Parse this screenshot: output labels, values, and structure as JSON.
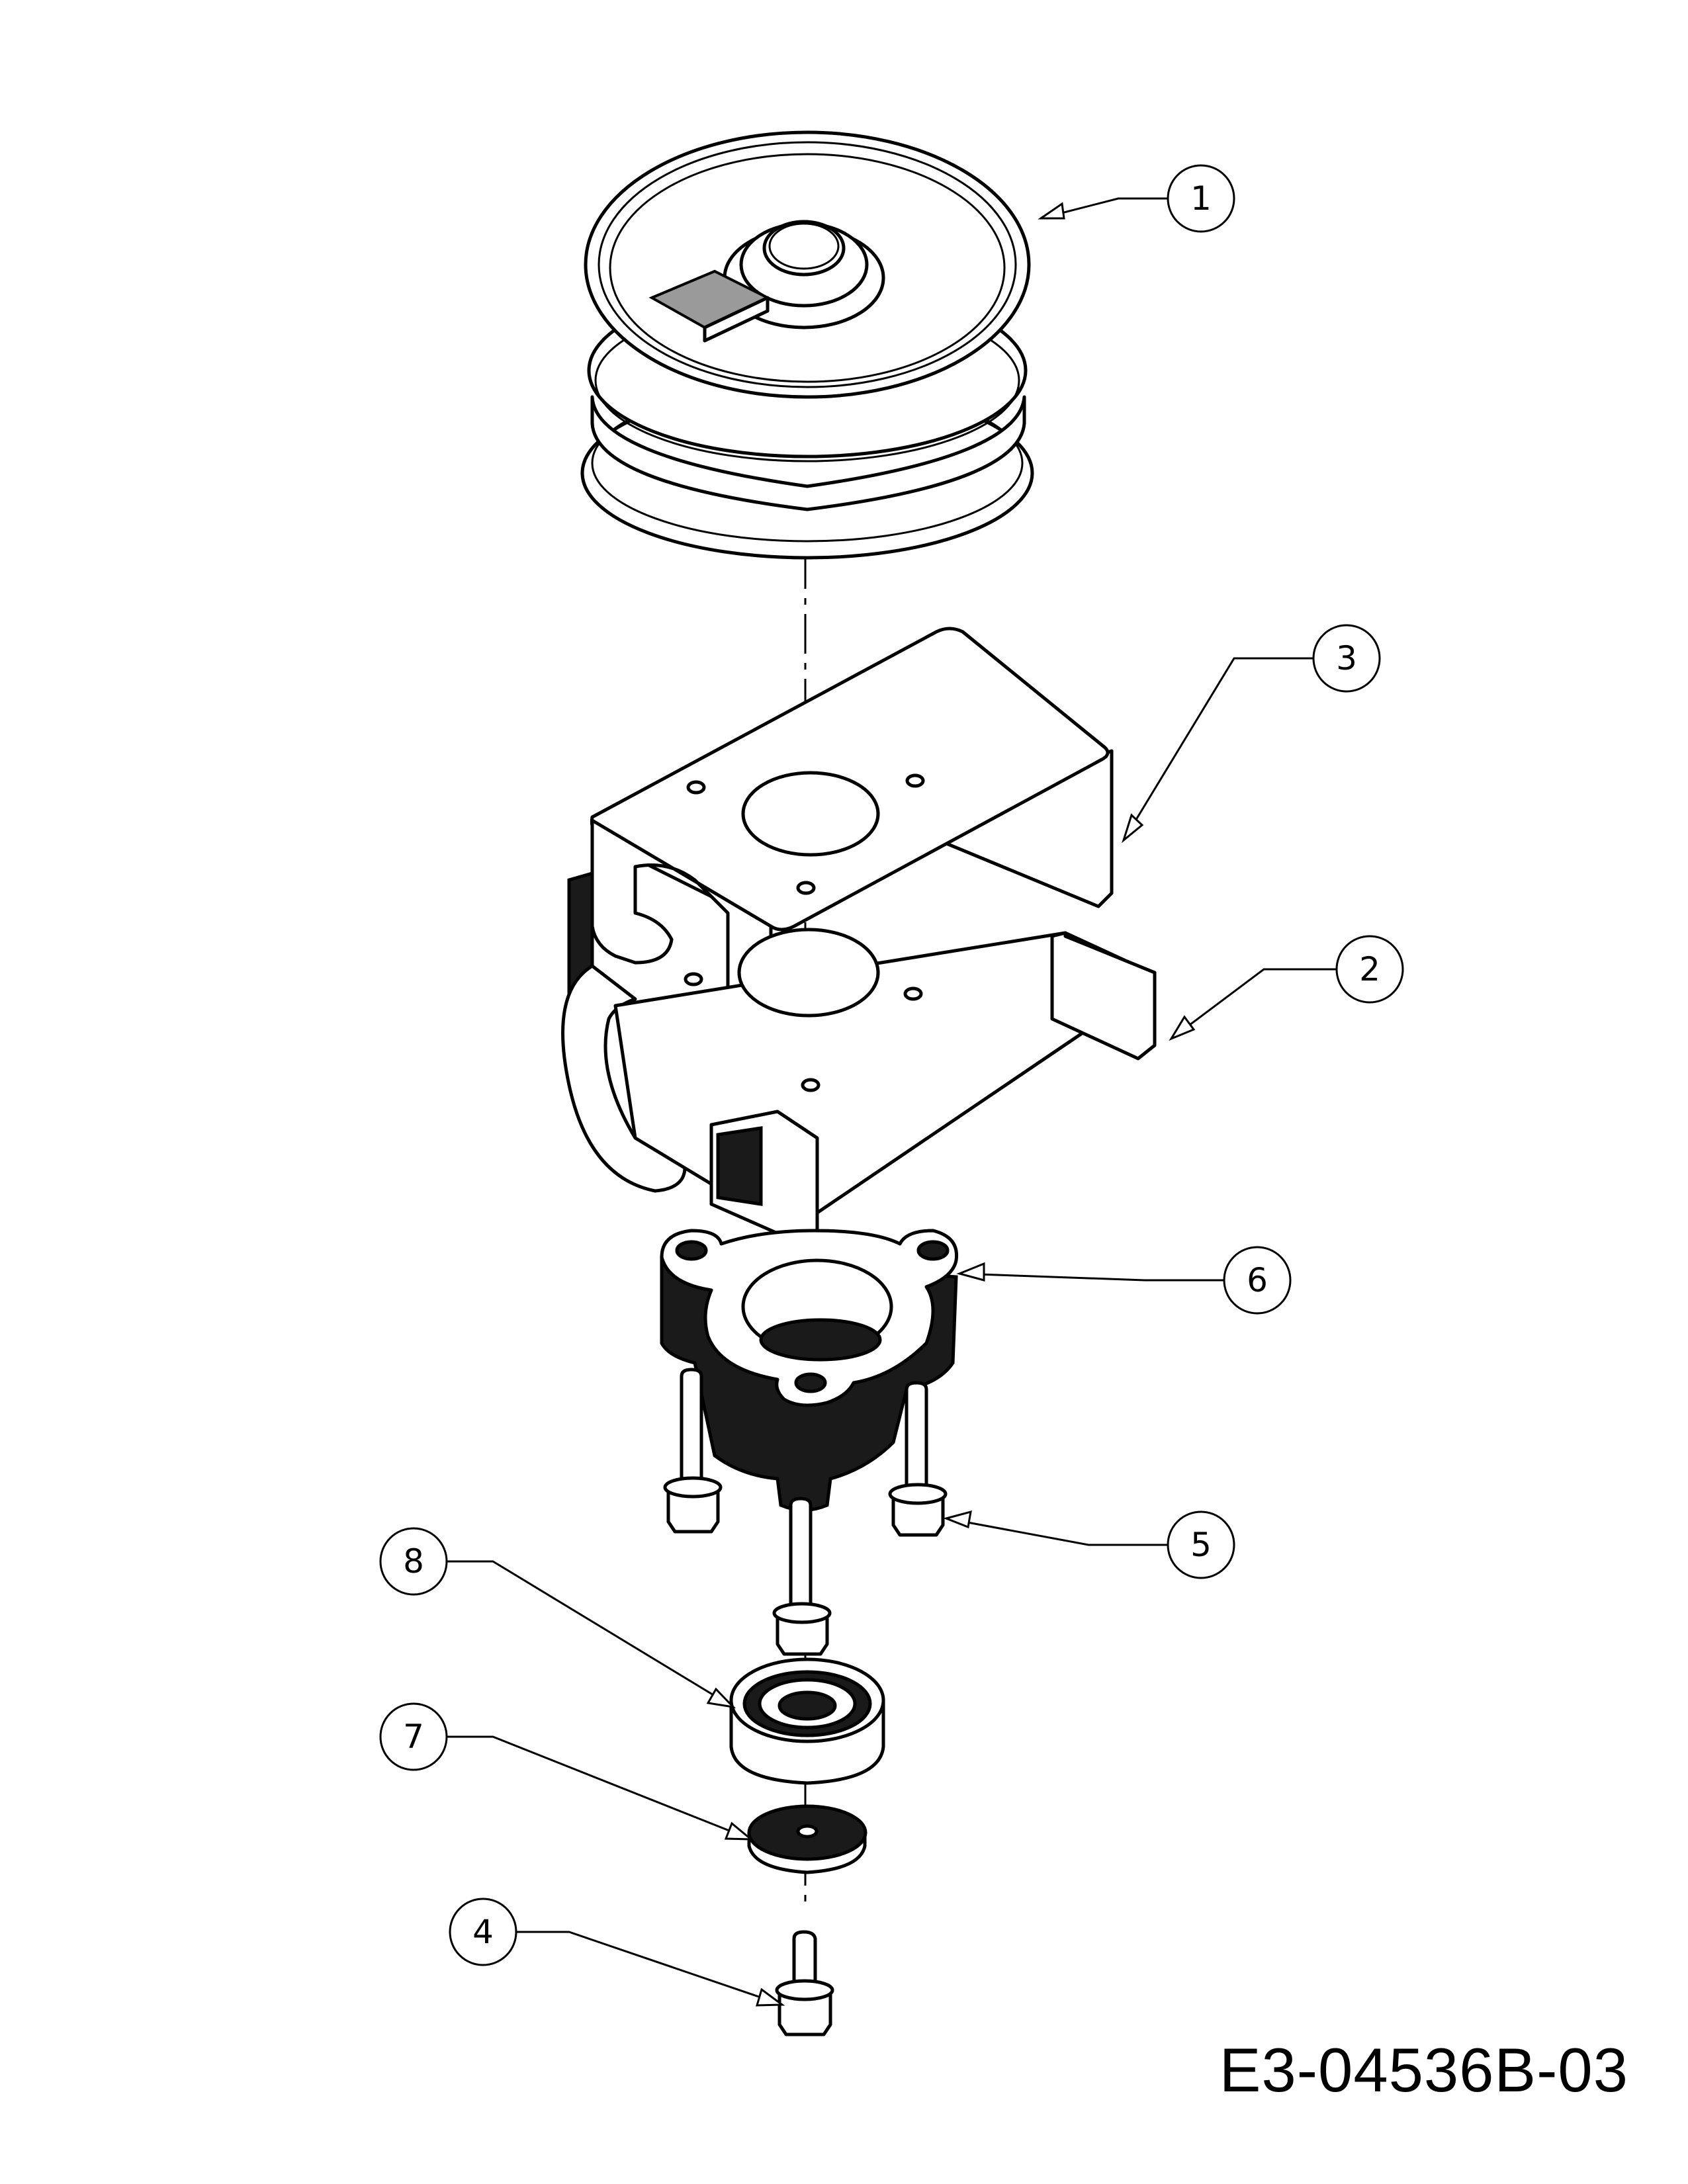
{
  "drawing_number": "E3-04536B-03",
  "callouts": [
    {
      "label": "1"
    },
    {
      "label": "2"
    },
    {
      "label": "3"
    },
    {
      "label": "4"
    },
    {
      "label": "5"
    },
    {
      "label": "6"
    },
    {
      "label": "7"
    },
    {
      "label": "8"
    }
  ]
}
